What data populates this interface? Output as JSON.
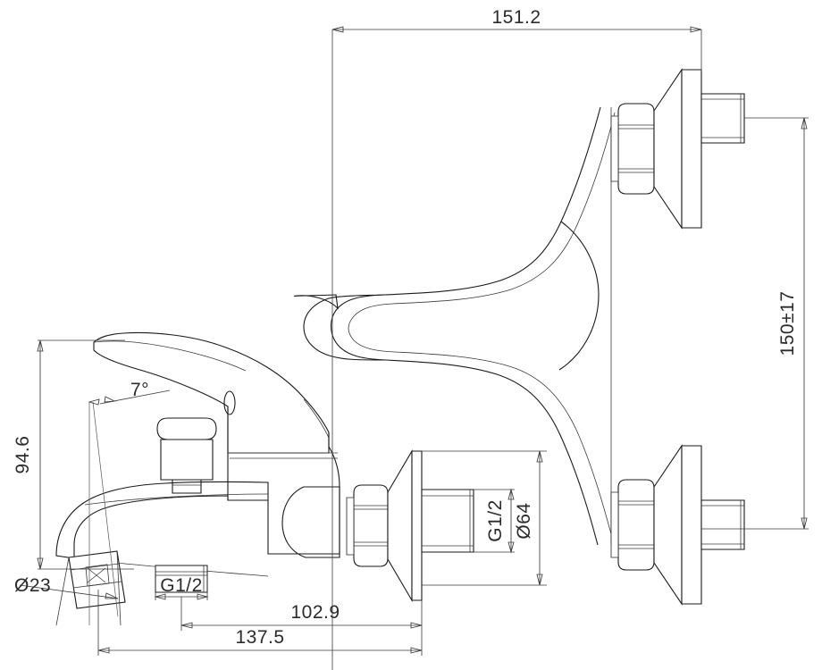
{
  "drawing": {
    "type": "technical-dimensional-drawing",
    "subject": "wall-mounted bath shower mixer faucet",
    "views": [
      {
        "id": "top-view",
        "label": ""
      },
      {
        "id": "side-view",
        "label": ""
      }
    ],
    "units": "mm",
    "line_color": "#1a1a1a",
    "background_color": "#ffffff",
    "dimension_color": "#3a3a3a"
  },
  "dimensions": {
    "overall_width_top": "151.2",
    "center_distance_vertical": "150±17",
    "spout_height": "94.6",
    "aerator_diameter": "Ø23",
    "spout_angle": "7°",
    "outlet_thread": "G1/2",
    "inlet_thread": "G1/2",
    "flange_diameter": "Ø64",
    "projection_to_flange": "102.9",
    "overall_projection": "137.5"
  },
  "labels": {
    "d151_2": "151.2",
    "d150_17": "150±17",
    "d94_6": "94.6",
    "d23": "Ø23",
    "angle7": "7°",
    "g12_bottom": "G1/2",
    "g12_right": "G1/2",
    "d64": "Ø64",
    "d102_9": "102.9",
    "d137_5": "137.5"
  }
}
